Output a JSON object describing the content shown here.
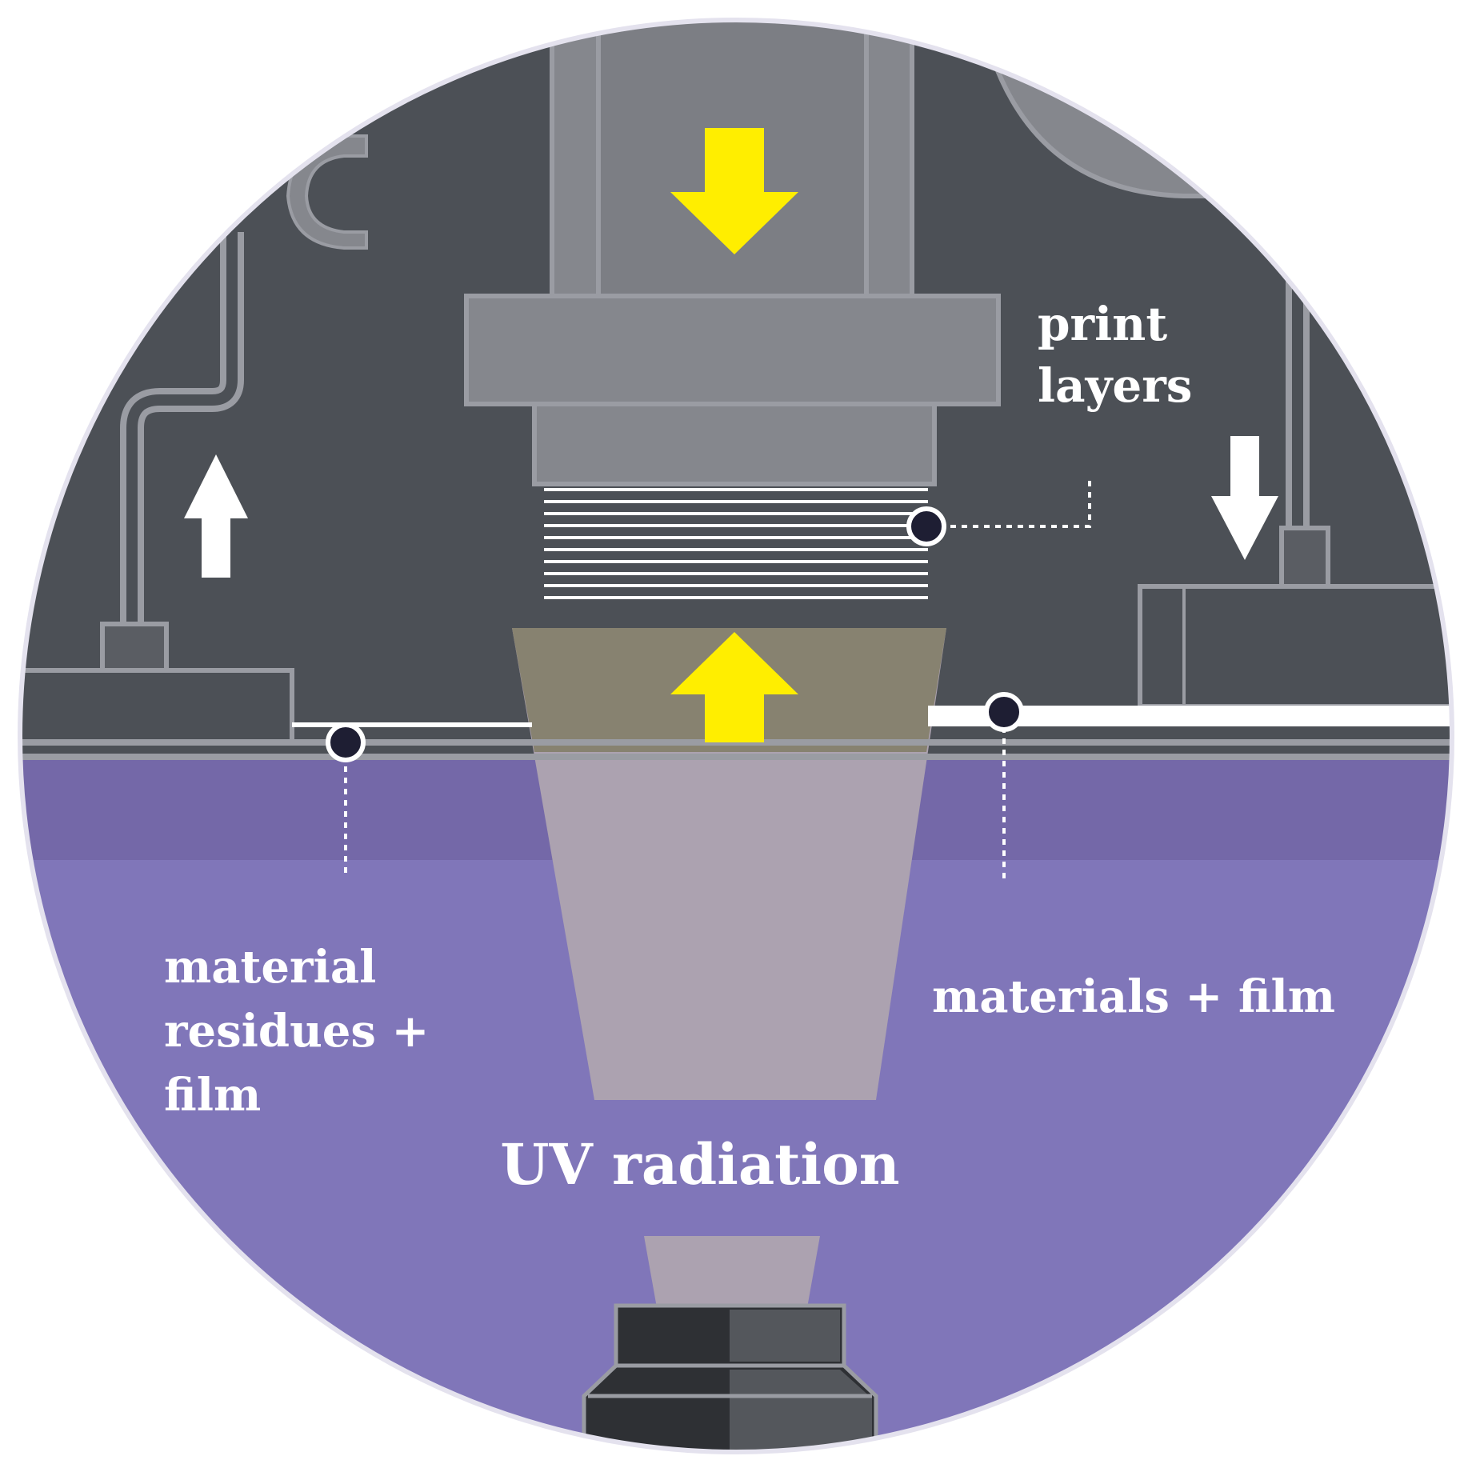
{
  "labels": {
    "print_layers_line1": "print",
    "print_layers_line2": "layers",
    "residues_line1": "material",
    "residues_line2": "residues +",
    "residues_line3": "film",
    "materials_film": "materials + film",
    "uv_radiation": "UV radiation"
  },
  "icons": {
    "press_down": "arrow-down-icon",
    "uv_up": "arrow-up-icon",
    "takeup_up": "arrow-up-icon",
    "supply_down": "arrow-down-icon"
  },
  "colors": {
    "machine_background": "#4c5056",
    "machine_outline": "#9a9ca3",
    "press_body": "#85878d",
    "film_line": "#ffffff",
    "vat_top": "#7468a8",
    "vat_bottom": "#8076b9",
    "uv_beam": "#aca2b0",
    "uv_cone_top": "#878270",
    "arrow_yellow": "#ffee00",
    "arrow_white": "#ffffff",
    "marker_fill": "#1e1e33",
    "projector_dark": "#2e3034",
    "projector_light": "#54575c"
  }
}
